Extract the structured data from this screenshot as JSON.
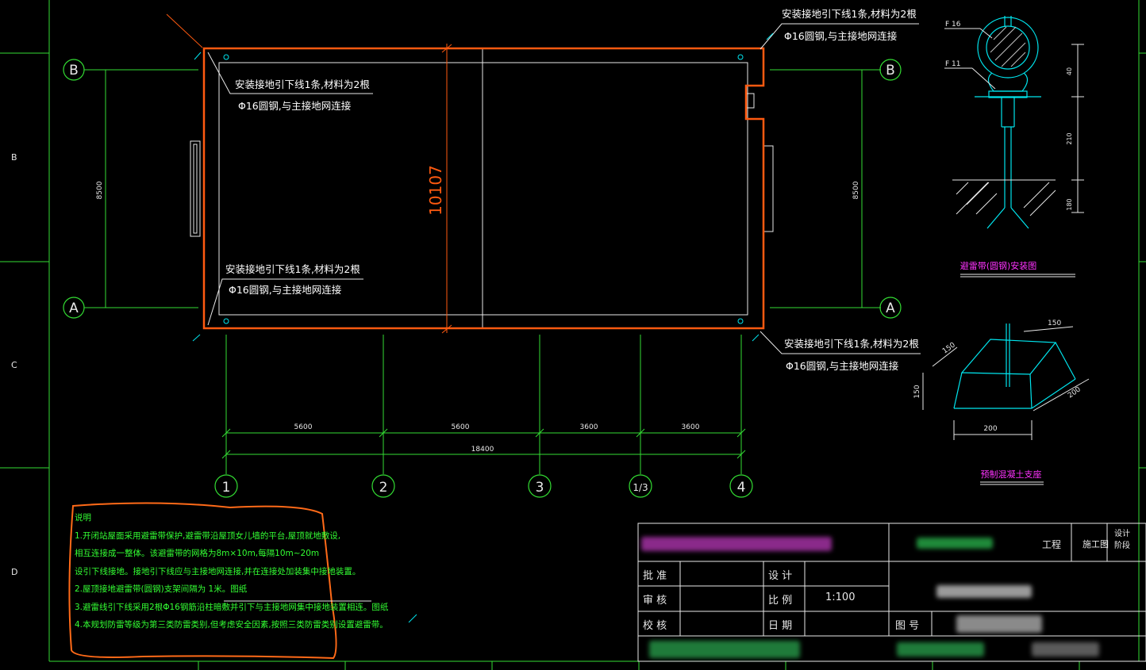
{
  "colors": {
    "frame": "#33dd33",
    "plan": "#ff5a10",
    "dim": "#33dd33",
    "text": "#ffffff",
    "detail": "#00e5ee",
    "note": "#33ff33",
    "magenta": "#ff33ff"
  },
  "zones": {
    "b": "B",
    "c": "C",
    "d": "D"
  },
  "axes": {
    "a": "A",
    "b": "B",
    "c1": "1",
    "c2": "2",
    "c3": "3",
    "c13": "1/3",
    "c4": "4"
  },
  "dims": {
    "h_left": "8500",
    "h_right": "8500",
    "length": "10107",
    "d1": "5600",
    "d2": "5600",
    "d3": "3600",
    "d4": "3600",
    "total": "18400"
  },
  "annotations": {
    "line1": "安装接地引下线1条,材料为2根",
    "line2": "Φ16圆钢,与主接地网连接"
  },
  "detail1": {
    "f16": "F 16",
    "f11": "F 11",
    "d40": "40",
    "d210": "210",
    "d180": "180",
    "title": "避雷带(圆钢)安装图"
  },
  "detail2": {
    "d150a": "150",
    "d150b": "150",
    "d150c": "150",
    "d200a": "200",
    "d200b": "200",
    "title": "预制混凝土支座"
  },
  "notes": {
    "title": "说明",
    "n1": "1.开闭站屋面采用避雷带保护,避雷带沿屋顶女儿墙的平台,屋顶就地敷设,",
    "n1b": "相互连接成一整体。该避雷带的网格为8m×10m,每隔10m~20m",
    "n1c": "设引下线接地。接地引下线应与主接地网连接,并在连接处加装集中接地装置。",
    "n2": "2.屋顶接地避雷带(圆钢)支架间隔为 1米。图纸",
    "n3": "3.避雷线引下线采用2根Φ16钢筋沿柱暗敷并引下与主接地网集中接地装置相连。图纸",
    "n4": "4.本规划防雷等级为第三类防雷类别,但考虑安全因素,按照三类防雷类别设置避雷带。"
  },
  "title_block": {
    "project": "工程",
    "stage": "施工图",
    "phase": "设计\n阶段",
    "approve": "批 准",
    "check": "审 核",
    "review": "校 核",
    "design": "设 计",
    "scale_lbl": "比 例",
    "scale": "1:100",
    "date_lbl": "日 期",
    "drawing_no": "图 号"
  }
}
